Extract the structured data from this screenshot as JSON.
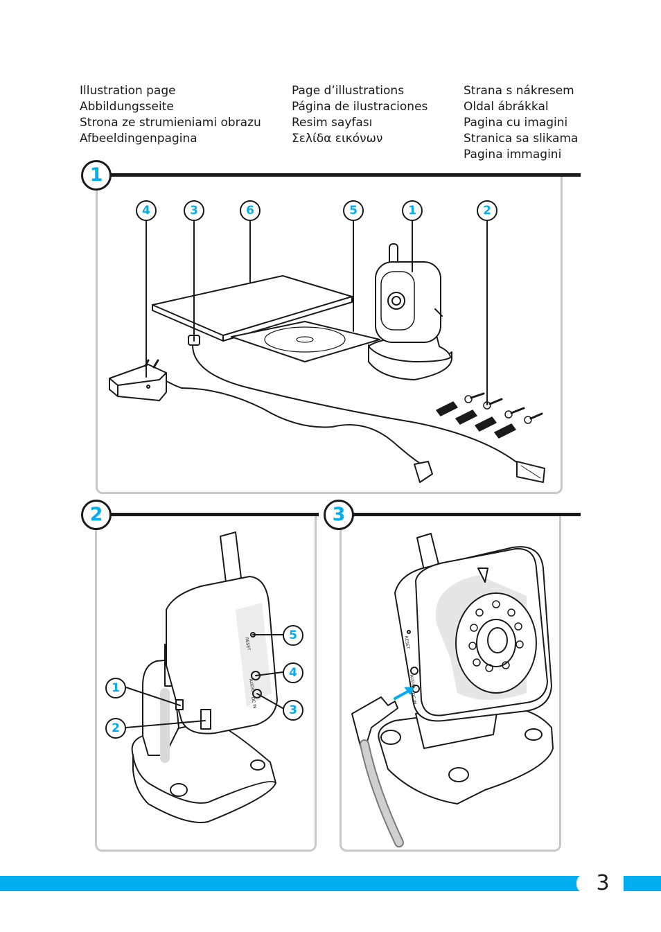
{
  "header": {
    "columns": [
      [
        "Illustration page",
        "Abbildungsseite",
        "Strona ze strumieniami obrazu",
        "Afbeeldingenpagina"
      ],
      [
        "Page d’illustrations",
        "Página de ilustraciones",
        "Resim sayfası",
        "Σελίδα εικόνων"
      ],
      [
        "Strana s nákresem",
        "Oldal ábrákkal",
        "Pagina cu imagini",
        "Stranica sa slikama",
        "Pagina immagini"
      ]
    ]
  },
  "panels": {
    "p1": {
      "step": "1",
      "callouts": [
        "4",
        "3",
        "6",
        "5",
        "1",
        "2"
      ]
    },
    "p2": {
      "step": "2",
      "callouts": [
        "5",
        "4",
        "3",
        "1",
        "2"
      ],
      "labels": [
        "RESET",
        "AUDIO",
        "DC IN"
      ]
    },
    "p3": {
      "step": "3",
      "labels": [
        "RESET",
        "AUDIO",
        "DC IN"
      ]
    }
  },
  "colors": {
    "accent": "#00aeef",
    "ink": "#1a1a1a",
    "panel_border": "#c8c8c8",
    "shade": "#d9d9d9"
  },
  "footer": {
    "page_number": "3"
  }
}
